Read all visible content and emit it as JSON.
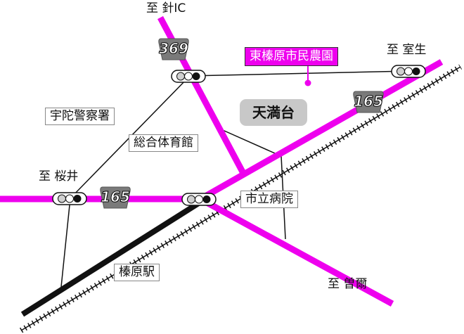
{
  "labels": {
    "to_harii": "至 針IC",
    "to_muro": "至 室生",
    "to_sakurai": "至 桜井",
    "to_sone": "至 曽爾",
    "nouen": "東榛原市民農園",
    "tenmandai": "天満台",
    "police": "宇陀警察署",
    "gym": "総合体育館",
    "hospital": "市立病院",
    "station": "榛原駅"
  },
  "routes": {
    "r369": "369",
    "r165_east": "165",
    "r165_west": "165"
  },
  "colors": {
    "route": "#ee00ee",
    "rail": "#000000",
    "shield": "#7a7a7a",
    "badge": "#c8c8c8"
  },
  "icons": [
    "traffic-signal-icon",
    "route-shield-icon",
    "railway-icon"
  ]
}
